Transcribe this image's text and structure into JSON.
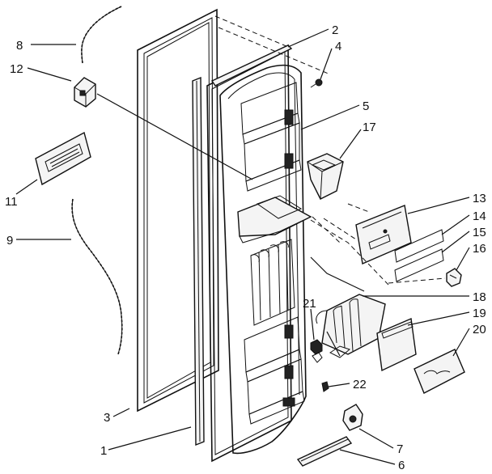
{
  "callouts": [
    {
      "id": "c1",
      "label": "1"
    },
    {
      "id": "c2",
      "label": "2"
    },
    {
      "id": "c3",
      "label": "3"
    },
    {
      "id": "c4",
      "label": "4"
    },
    {
      "id": "c5",
      "label": "5"
    },
    {
      "id": "c6",
      "label": "6"
    },
    {
      "id": "c7",
      "label": "7"
    },
    {
      "id": "c8",
      "label": "8"
    },
    {
      "id": "c9",
      "label": "9"
    },
    {
      "id": "c11",
      "label": "11"
    },
    {
      "id": "c12",
      "label": "12"
    },
    {
      "id": "c13",
      "label": "13"
    },
    {
      "id": "c14",
      "label": "14"
    },
    {
      "id": "c15",
      "label": "15"
    },
    {
      "id": "c16",
      "label": "16"
    },
    {
      "id": "c17",
      "label": "17"
    },
    {
      "id": "c18",
      "label": "18"
    },
    {
      "id": "c19",
      "label": "19"
    },
    {
      "id": "c20",
      "label": "20"
    },
    {
      "id": "c21",
      "label": "21"
    },
    {
      "id": "c22",
      "label": "22"
    }
  ]
}
